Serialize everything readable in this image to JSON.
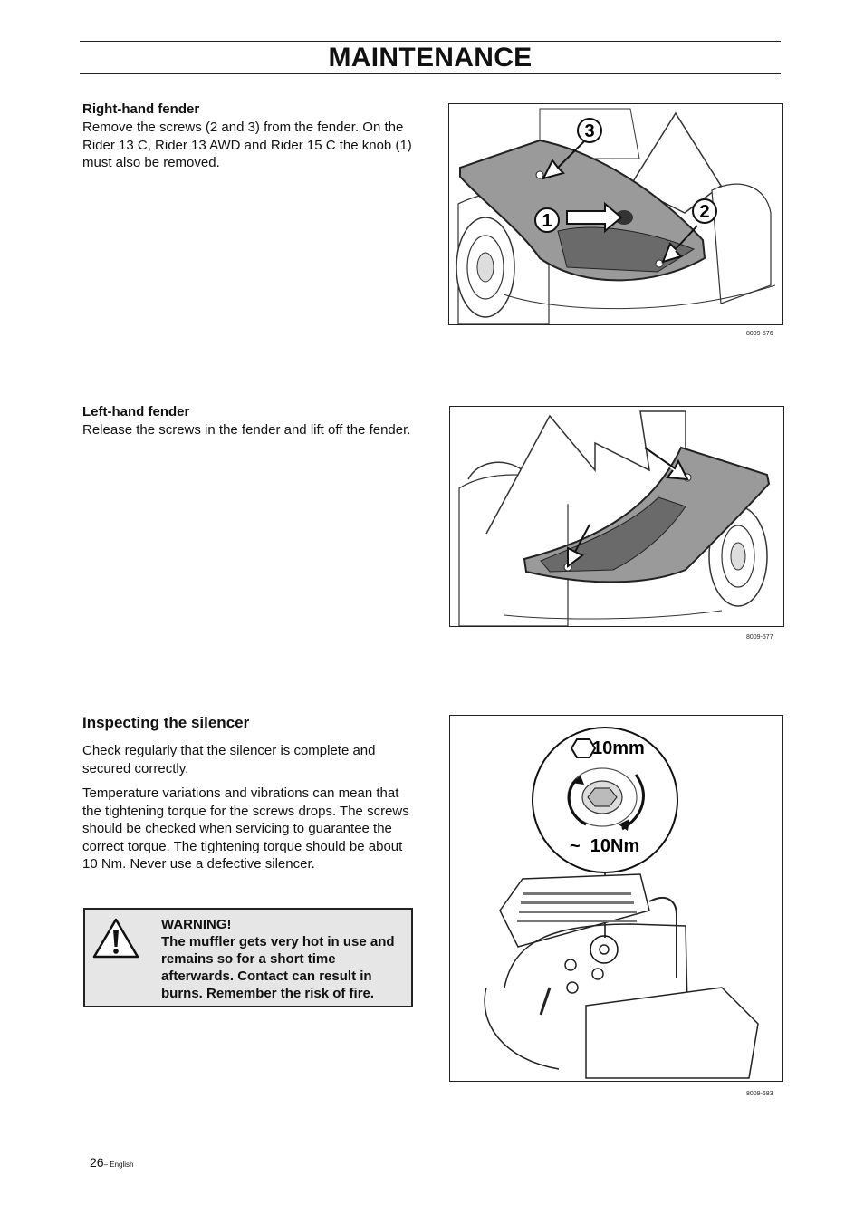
{
  "header": {
    "title": "MAINTENANCE"
  },
  "right_fender": {
    "heading": "Right-hand fender",
    "text": "Remove the screws (2 and 3) from the fender. On the Rider 13 C, Rider 13 AWD and Rider 15 C the knob (1) must also be removed.",
    "figure_code": "8009-576",
    "callouts": [
      "1",
      "2",
      "3"
    ]
  },
  "left_fender": {
    "heading": "Left-hand fender",
    "text": "Release the screws in the fender and lift off the fender.",
    "figure_code": "8009-577"
  },
  "silencer": {
    "heading": "Inspecting the silencer",
    "para1": "Check regularly that the silencer is complete and secured correctly.",
    "para2": "Temperature variations and vibrations can mean that the tightening torque for the screws drops. The screws should be checked when servicing to guarantee the correct torque. The tightening torque should be about 10 Nm. Never use a defective silencer.",
    "figure_code": "8009-683",
    "wrench_size": "10mm",
    "torque": "~  10Nm"
  },
  "warning": {
    "title": "WARNING!",
    "text": "The muffler gets very hot in use and remains so for a short time afterwards. Contact can result in burns. Remember the risk of fire."
  },
  "footer": {
    "page_number": "26",
    "language": "– English"
  }
}
